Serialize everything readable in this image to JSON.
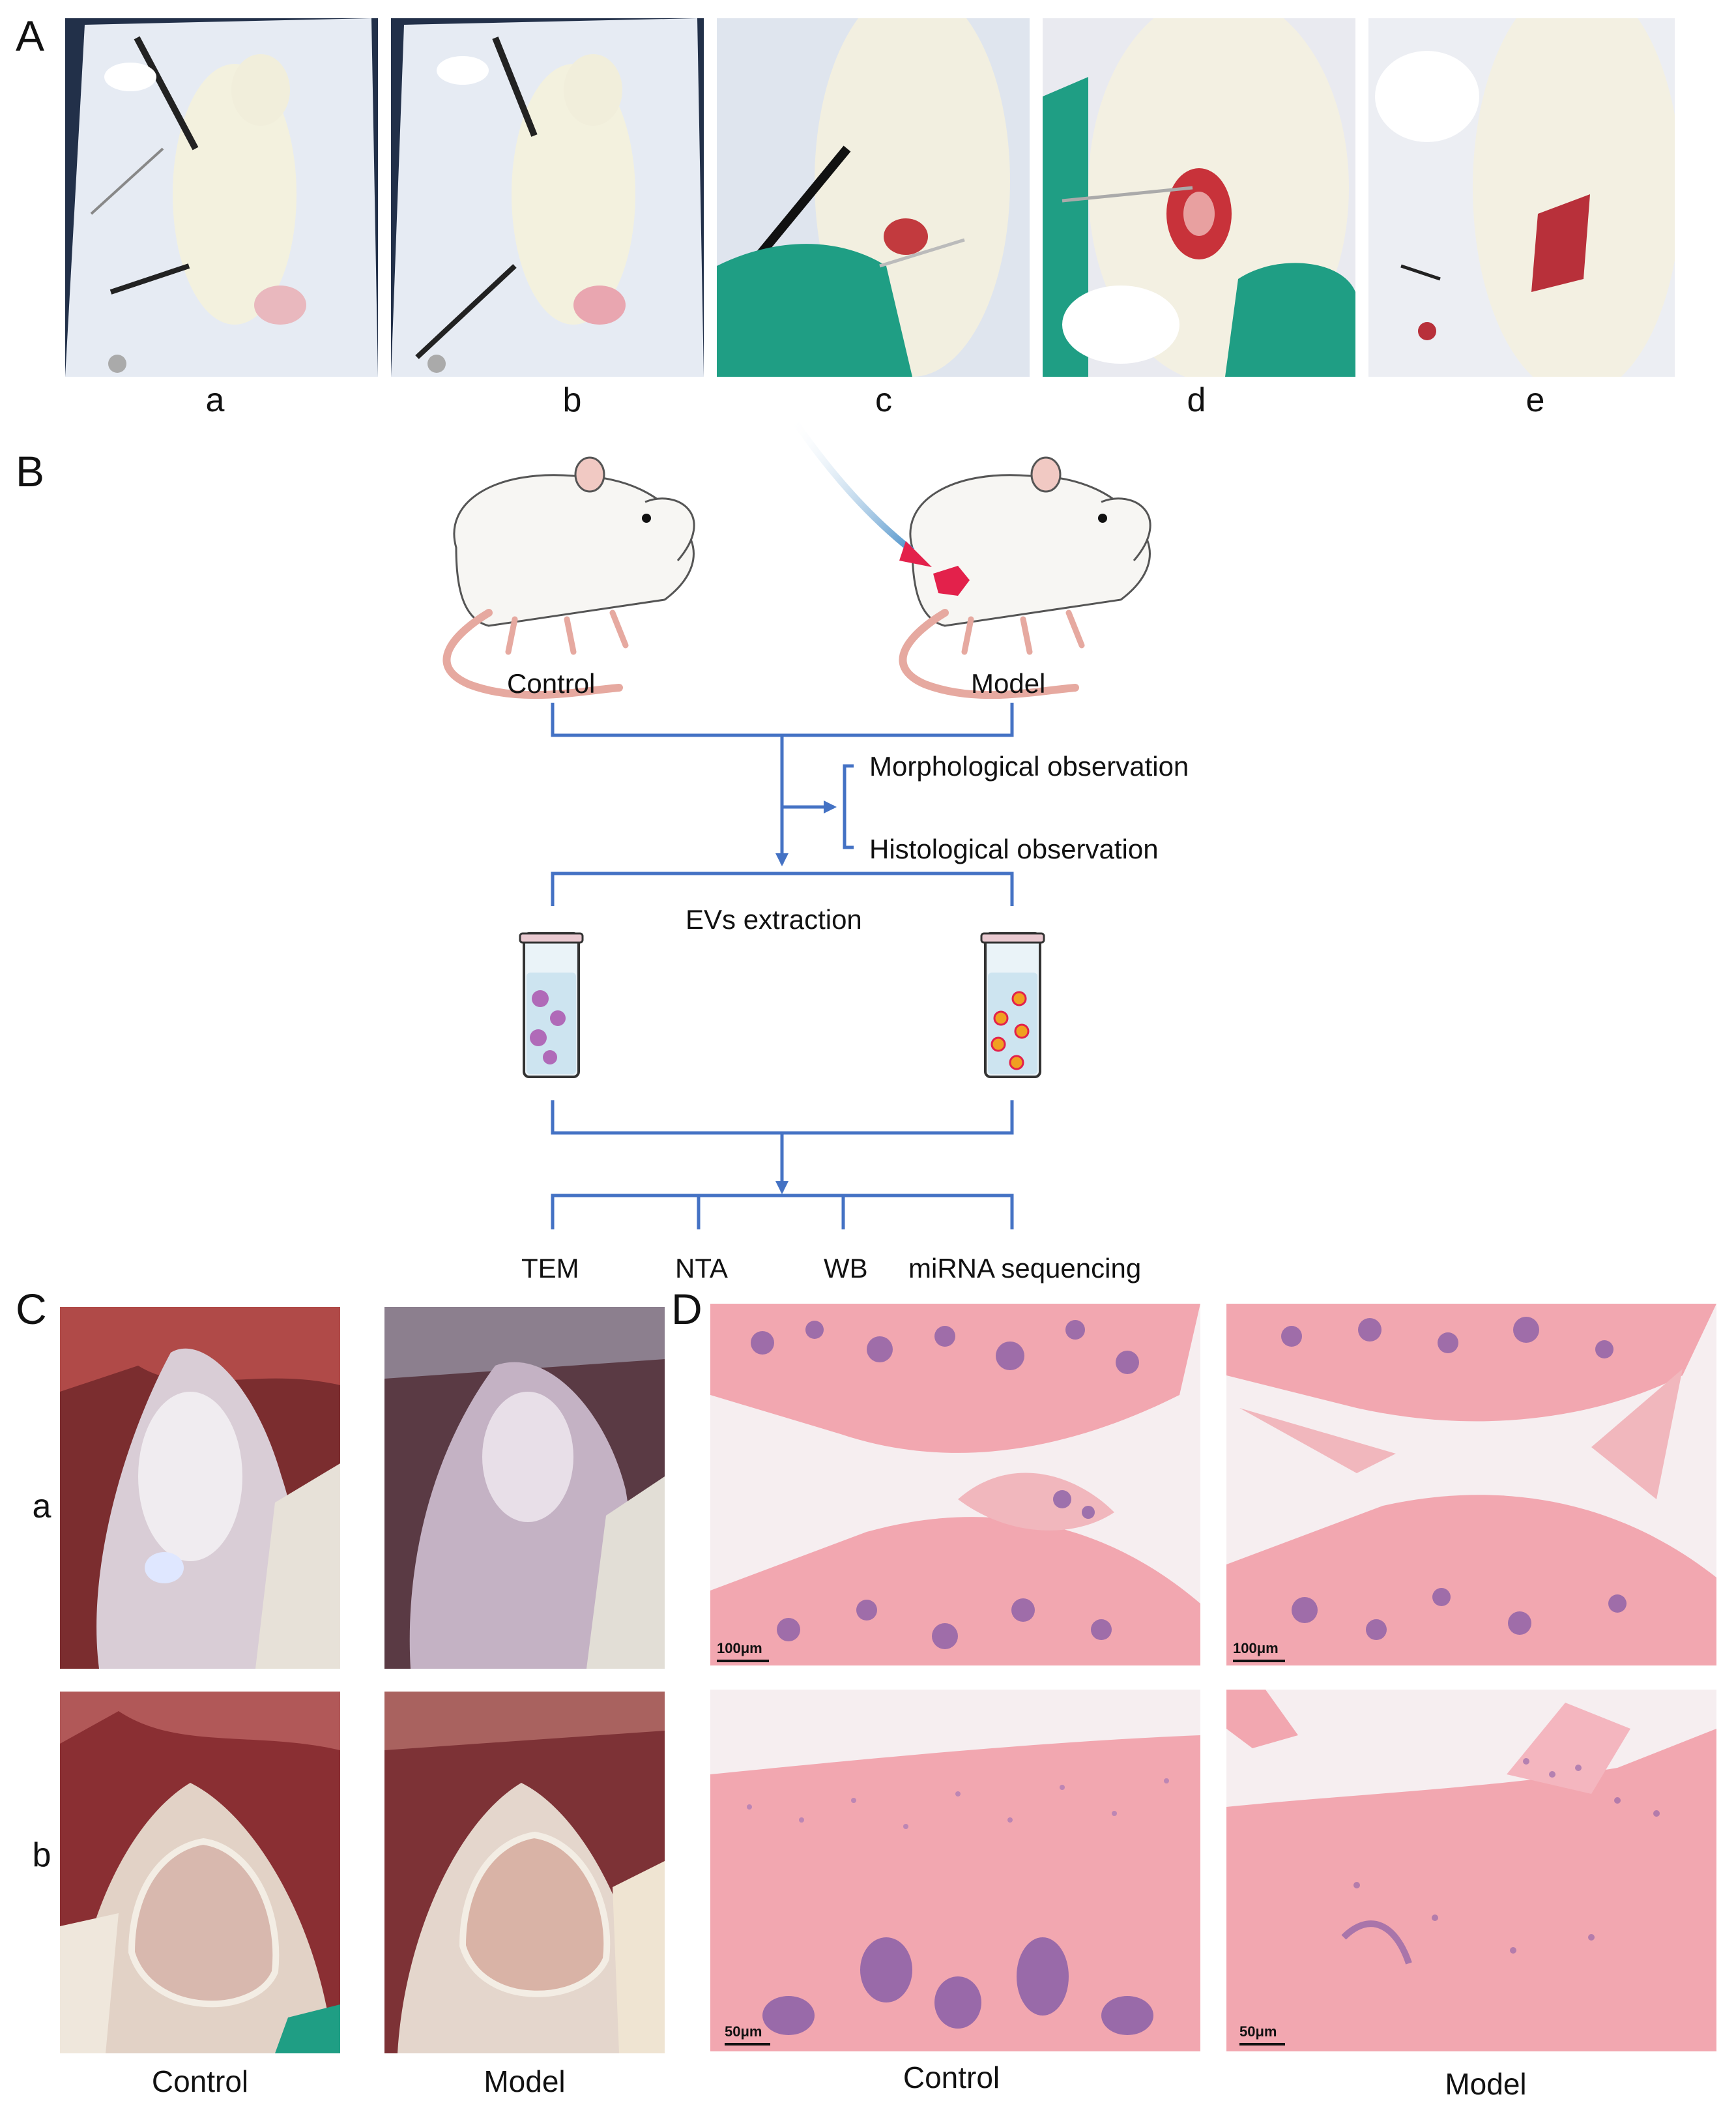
{
  "panels": {
    "A": {
      "letter": "A",
      "photos": [
        {
          "label": "a"
        },
        {
          "label": "b"
        },
        {
          "label": "c"
        },
        {
          "label": "d"
        },
        {
          "label": "e"
        }
      ]
    },
    "B": {
      "letter": "B",
      "control_label": "Control",
      "model_label": "Model",
      "observation_1": "Morphological observation",
      "observation_2": "Histological observation",
      "extraction": "EVs extraction",
      "tests": [
        "TEM",
        "NTA",
        "WB",
        "miRNA sequencing"
      ]
    },
    "C": {
      "letter": "C",
      "rows": [
        "a",
        "b"
      ],
      "columns": [
        "Control",
        "Model"
      ]
    },
    "D": {
      "letter": "D",
      "columns": [
        "Control",
        "Model"
      ],
      "scalebars": [
        "100μm",
        "100μm",
        "50μm",
        "50μm"
      ]
    }
  },
  "colors": {
    "flow_line": "#4472c4",
    "arrow_gradient": "#6fa8dc",
    "lesion": "#e3214b",
    "he_pink": "#f2a0aa",
    "he_purple": "#8a5fa8",
    "glove_green": "#1f9e84",
    "tissue_red": "#b8303a"
  },
  "icons": [
    "rat-illustration",
    "test-tube-icon",
    "lesion-marker"
  ]
}
